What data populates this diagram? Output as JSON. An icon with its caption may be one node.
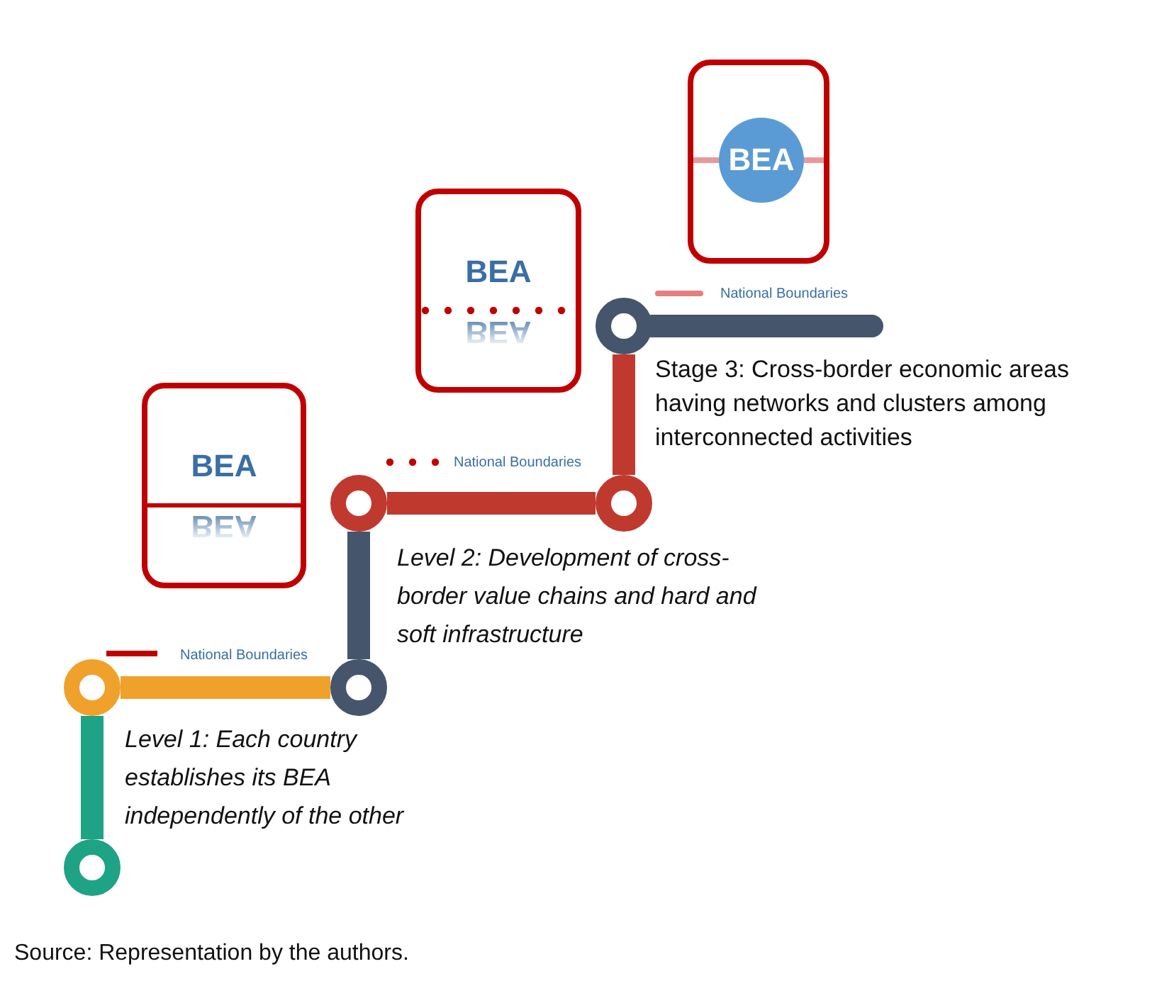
{
  "diagram": {
    "caption": "Source: Representation by the authors.",
    "nodes": [
      {
        "text": [
          "BEA",
          "BEA"
        ]
      },
      {
        "text": [
          "BEA",
          "BEA"
        ]
      },
      {
        "text": [],
        "shape": "box"
      },
      {
        "text": [
          "BEA"
        ],
        "in": 2
      },
      {
        "text": [],
        "shape": "circle"
      },
      {
        "text": [],
        "shape": "circle"
      },
      {
        "text": [],
        "shape": "circle"
      },
      {
        "text": [],
        "shape": "circle"
      },
      {
        "text": [],
        "shape": "circle"
      },
      {
        "text": [],
        "shape": "circle"
      }
    ],
    "edges": [
      {
        "from": 4,
        "to": 5,
        "arrow": "none",
        "color": "#1fa385"
      },
      {
        "from": 5,
        "to": 6,
        "arrow": "none",
        "color": "#f0a12b"
      },
      {
        "from": 6,
        "to": 7,
        "arrow": "none",
        "color": "#45556b"
      },
      {
        "from": 7,
        "to": 8,
        "arrow": "none",
        "color": "#c0392f"
      },
      {
        "from": 8,
        "to": 9,
        "arrow": "none",
        "color": "#c0392f"
      },
      {
        "from": 9,
        "to": null,
        "arrow": "none",
        "color": "#45556b"
      }
    ],
    "labels": [
      "National Boundaries",
      "Stage 3: Cross-border economic areas having networks and clusters among interconnected activities",
      "National Boundaries",
      "Level 2: Development of cross-border value chains and hard and soft infrastructure",
      "National Boundaries",
      "Level 1: Each country establishes its BEA independently of the other"
    ]
  }
}
